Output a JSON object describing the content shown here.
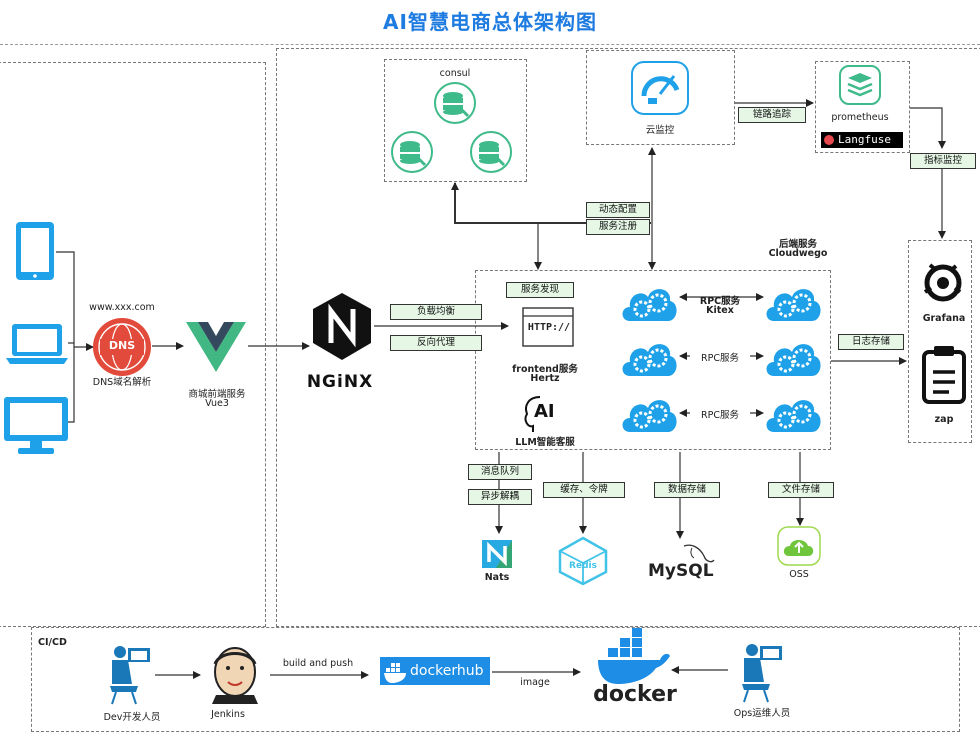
{
  "title": "AI智慧电商总体架构图",
  "client": {
    "domain": "www.xxx.com",
    "dns_label": "DNS域名解析",
    "dns_logo": "DNS"
  },
  "frontend": {
    "label": "商城前端服务",
    "sub": "Vue3"
  },
  "nginx": {
    "logo": "NGiNX",
    "tags": [
      "负载均衡",
      "反向代理"
    ]
  },
  "consul": {
    "label": "consul",
    "tags": [
      "动态配置",
      "服务注册"
    ]
  },
  "cloud_monitor": {
    "label": "云监控",
    "tag": "链路追踪"
  },
  "prometheus": {
    "label": "prometheus",
    "langfuse": "Langfuse",
    "tag": "指标监控"
  },
  "backend": {
    "title": "后端服务",
    "subtitle": "Cloudwego",
    "discovery_tag": "服务发现",
    "http_label": "HTTP://",
    "frontend_service": "frontend服务",
    "frontend_framework": "Hertz",
    "llm_label": "LLM智能客服",
    "llm_logo": "AI",
    "rpc": [
      {
        "label": "RPC服务",
        "sub": "Kitex"
      },
      {
        "label": "RPC服务",
        "sub": ""
      },
      {
        "label": "RPC服务",
        "sub": ""
      }
    ],
    "log_tag": "日志存储"
  },
  "observability": {
    "grafana": "Grafana",
    "zap": "zap"
  },
  "storage": {
    "mq_tags": [
      "消息队列",
      "异步解耦"
    ],
    "nats": "Nats",
    "cache_tag": "缓存、令牌",
    "redis": "Redis",
    "db_tag": "数据存储",
    "mysql": "MySQL",
    "file_tag": "文件存储",
    "oss": "OSS"
  },
  "cicd": {
    "title": "CI/CD",
    "dev": "Dev开发人员",
    "jenkins": "Jenkins",
    "build_push": "build and push",
    "dockerhub": "dockerhub",
    "image": "image",
    "docker": "docker",
    "ops": "Ops运维人员"
  },
  "colors": {
    "title": "#1e7be0",
    "icon_blue": "#1ea1e8",
    "tag_bg": "#e6f7e6",
    "green_icon": "#3fba8a",
    "nginx": "#111111"
  }
}
